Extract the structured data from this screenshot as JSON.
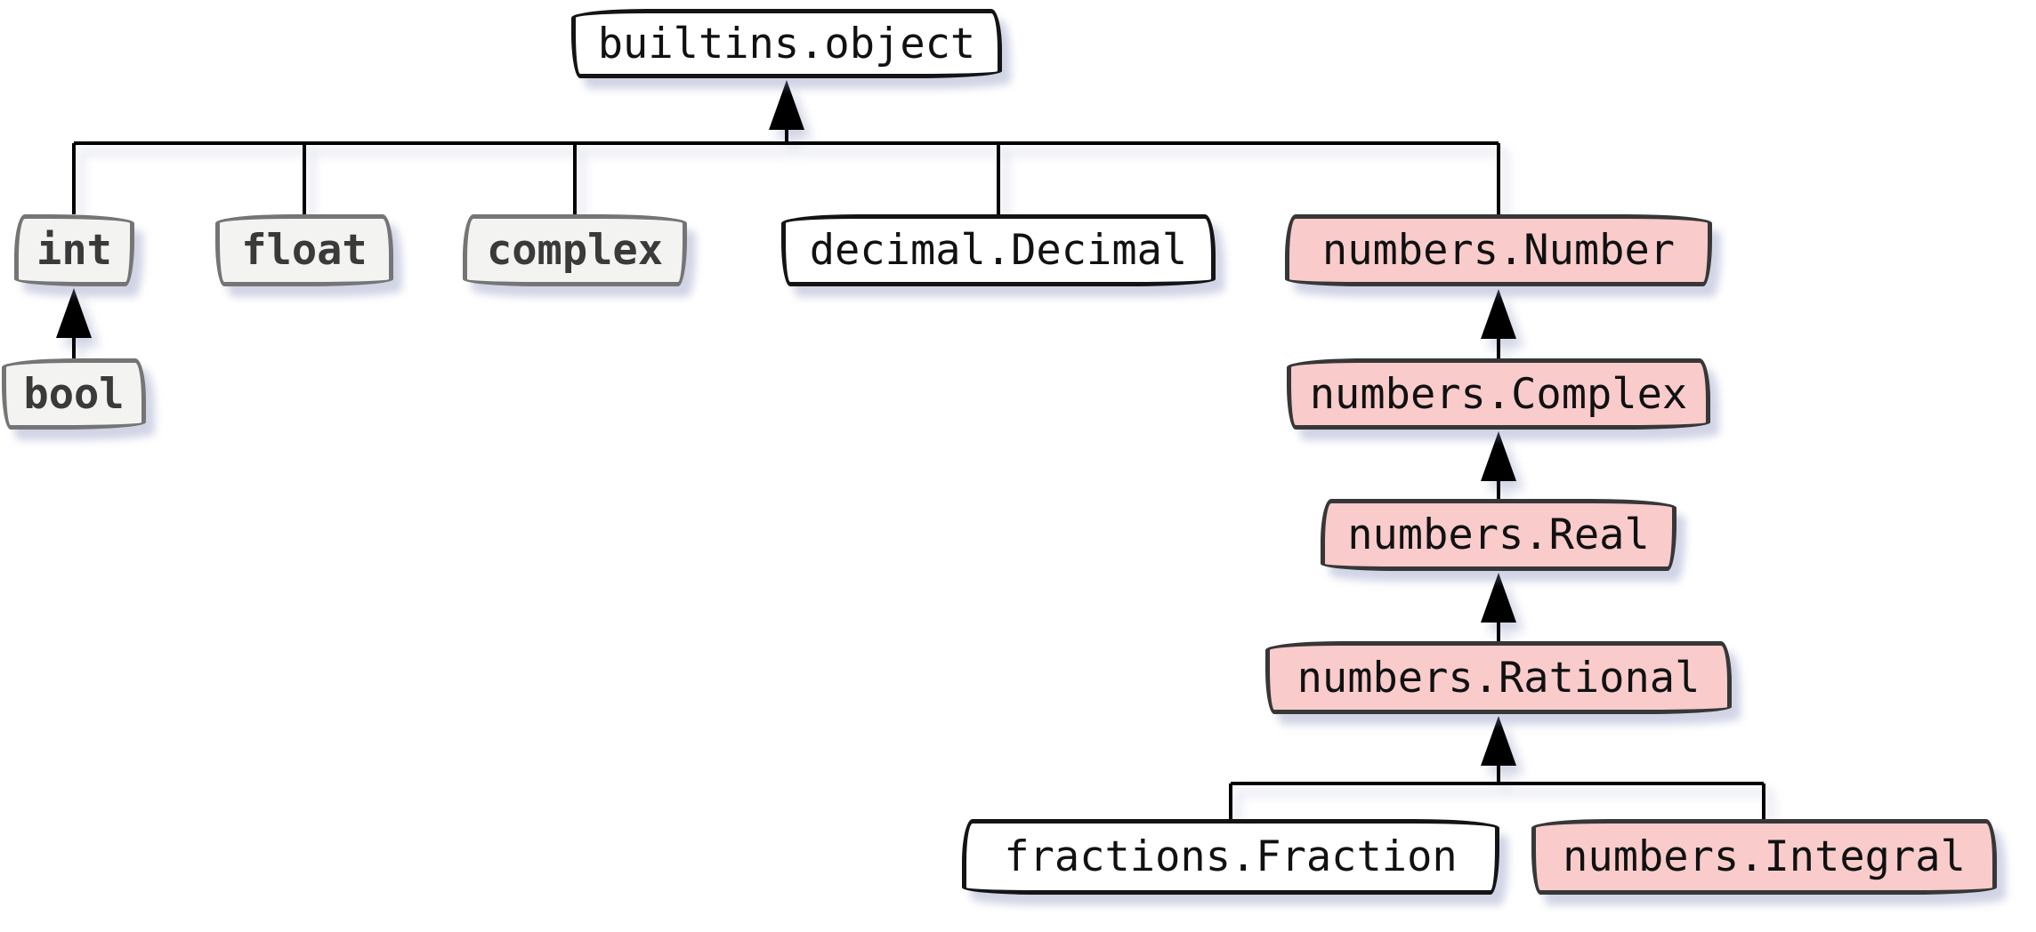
{
  "diagram": {
    "subject": "Python numeric type hierarchy",
    "arrow_meaning": "arrow points from subclass to its parent class"
  },
  "colors": {
    "background": "#ffffff",
    "pink_fill": "#f9cbcb",
    "gray_fill": "#f3f3f2",
    "white_fill": "#ffffff",
    "gray_border": "#757575",
    "black_border": "#141414",
    "dark_border": "#373737",
    "line": "#000000",
    "shadow": "rgba(124,133,180,0.35)",
    "gray_text": "#3a3a3a",
    "dark_text": "#111111"
  },
  "nodes": [
    {
      "id": "builtins-object",
      "label": "builtins.object",
      "style": "white"
    },
    {
      "id": "int",
      "label": "int",
      "style": "gray"
    },
    {
      "id": "float",
      "label": "float",
      "style": "gray"
    },
    {
      "id": "complex",
      "label": "complex",
      "style": "gray"
    },
    {
      "id": "decimal-decimal",
      "label": "decimal.Decimal",
      "style": "white"
    },
    {
      "id": "numbers-number",
      "label": "numbers.Number",
      "style": "pink"
    },
    {
      "id": "bool",
      "label": "bool",
      "style": "gray"
    },
    {
      "id": "numbers-complex",
      "label": "numbers.Complex",
      "style": "pink"
    },
    {
      "id": "numbers-real",
      "label": "numbers.Real",
      "style": "pink"
    },
    {
      "id": "numbers-rational",
      "label": "numbers.Rational",
      "style": "pink"
    },
    {
      "id": "fractions-fraction",
      "label": "fractions.Fraction",
      "style": "white"
    },
    {
      "id": "numbers-integral",
      "label": "numbers.Integral",
      "style": "pink"
    }
  ],
  "edges": [
    {
      "child": "int",
      "parent": "builtins.object"
    },
    {
      "child": "float",
      "parent": "builtins.object"
    },
    {
      "child": "complex",
      "parent": "builtins.object"
    },
    {
      "child": "decimal.Decimal",
      "parent": "builtins.object"
    },
    {
      "child": "numbers.Number",
      "parent": "builtins.object"
    },
    {
      "child": "bool",
      "parent": "int"
    },
    {
      "child": "numbers.Complex",
      "parent": "numbers.Number"
    },
    {
      "child": "numbers.Real",
      "parent": "numbers.Complex"
    },
    {
      "child": "numbers.Rational",
      "parent": "numbers.Real"
    },
    {
      "child": "fractions.Fraction",
      "parent": "numbers.Rational"
    },
    {
      "child": "numbers.Integral",
      "parent": "numbers.Rational"
    }
  ]
}
